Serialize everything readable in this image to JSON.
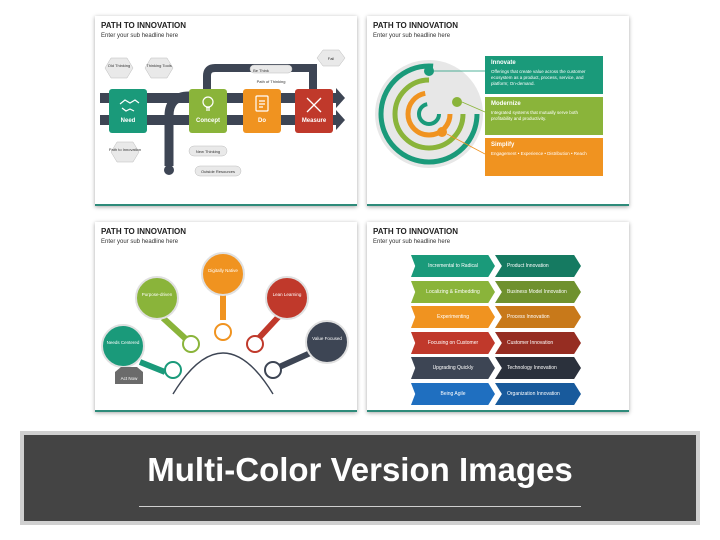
{
  "slides": [
    {
      "title": "PATH TO INNOVATION",
      "subtitle": "Enter your sub headline here",
      "tags": [
        "Old Thinking",
        "Thinking Tools",
        "Be Think",
        "Path of Thinking",
        "Fail",
        "Path to Innovation",
        "New Thinking",
        "Outside Resources"
      ],
      "steps": [
        {
          "label": "Need",
          "color": "#1a9a7a",
          "icon": "handshake-icon"
        },
        {
          "label": "Concept",
          "color": "#8ab43a",
          "icon": "lightbulb-icon"
        },
        {
          "label": "Do",
          "color": "#f09320",
          "icon": "clipboard-icon"
        },
        {
          "label": "Measure",
          "color": "#c0392b",
          "icon": "ruler-pencil-icon"
        }
      ]
    },
    {
      "title": "PATH TO INNOVATION",
      "subtitle": "Enter your sub headline here",
      "cards": [
        {
          "heading": "Innovate",
          "text": "Offerings that create value across the customer ecosystem as a product, process, service, and platform; On-demand.",
          "color": "#1a9a7a"
        },
        {
          "heading": "Modernize",
          "text": "Integrated systems that mutually serve both profitability and productivity.",
          "color": "#8ab43a"
        },
        {
          "heading": "Simplify",
          "text": "Engagement • Experience • Distribution • Reach",
          "color": "#f09320"
        }
      ]
    },
    {
      "title": "PATH TO INNOVATION",
      "subtitle": "Enter your sub headline here",
      "bubbles": [
        {
          "label": "Needs Centered",
          "color": "#1a9a7a"
        },
        {
          "label": "Purpose-driven",
          "color": "#8ab43a"
        },
        {
          "label": "Digitally Native",
          "color": "#f09320"
        },
        {
          "label": "Lean Learning",
          "color": "#c0392b"
        },
        {
          "label": "Value Focused",
          "color": "#3d4554"
        }
      ],
      "act_now": "Act Now"
    },
    {
      "title": "PATH TO INNOVATION",
      "subtitle": "Enter your sub headline here",
      "rows": [
        {
          "left": "Incremental to Radical",
          "right": "Product Innovation",
          "c1": "#1a9a7a",
          "c2": "#157a61"
        },
        {
          "left": "Localizing & Embedding",
          "right": "Business Model Innovation",
          "c1": "#8ab43a",
          "c2": "#6f912e"
        },
        {
          "left": "Experimenting",
          "right": "Process Innovation",
          "c1": "#f09320",
          "c2": "#c8791a"
        },
        {
          "left": "Focusing on Customer",
          "right": "Customer Innovation",
          "c1": "#c0392b",
          "c2": "#962d22"
        },
        {
          "left": "Upgrading Quickly",
          "right": "Technology Innovation",
          "c1": "#3d4554",
          "c2": "#2b313c"
        },
        {
          "left": "Being Agile",
          "right": "Organization Innovation",
          "c1": "#1f6fc0",
          "c2": "#185a9c"
        }
      ]
    }
  ],
  "banner": {
    "title": "Multi-Color Version Images"
  }
}
